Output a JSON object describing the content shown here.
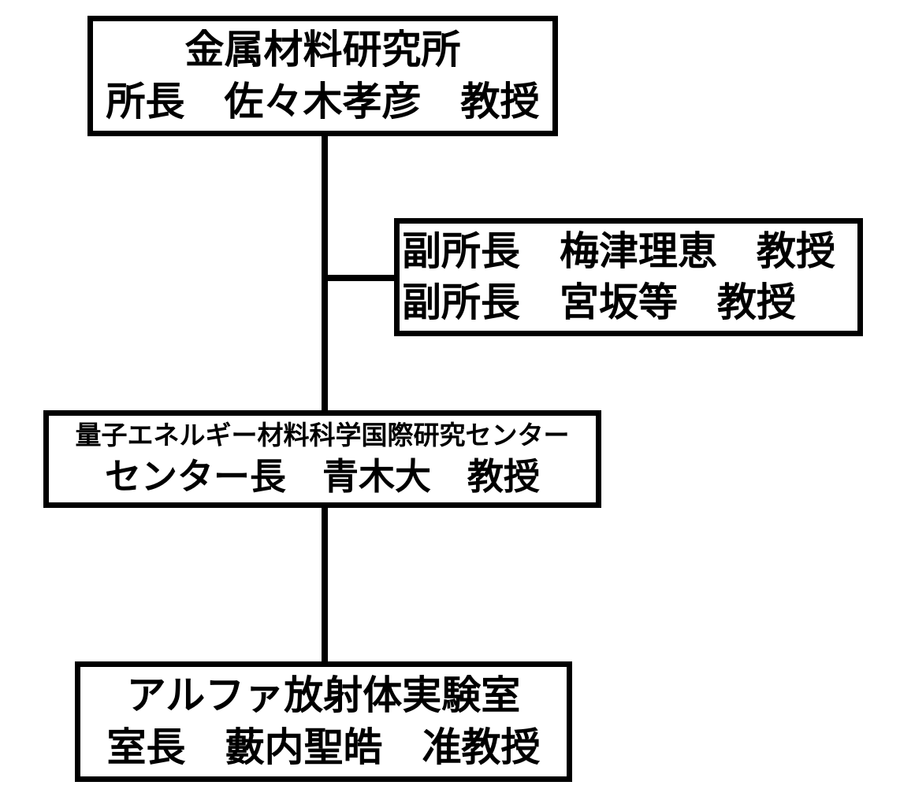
{
  "diagram": {
    "type": "org-chart",
    "language": "ja",
    "colors": {
      "background": "#ffffff",
      "box_border": "#000000",
      "box_background": "#ffffff",
      "text": "#000000",
      "connector": "#000000"
    },
    "nodes": {
      "institute": {
        "line1": "金属材料研究所",
        "line2": "所長　佐々木孝彦　教授"
      },
      "deputy_directors": {
        "line1": "副所長　梅津理恵　教授",
        "line2": "副所長　宮坂等　教授"
      },
      "quantum_center": {
        "line1": "量子エネルギー材料科学国際研究センター",
        "line2": "センター長　青木大　教授"
      },
      "alpha_lab": {
        "line1": "アルファ放射体実験室",
        "line2": "室長　藪内聖皓　准教授"
      }
    },
    "edges": [
      {
        "from": "institute",
        "to": "quantum_center",
        "style": "vertical"
      },
      {
        "from": "institute",
        "to": "deputy_directors",
        "style": "branch-right"
      },
      {
        "from": "quantum_center",
        "to": "alpha_lab",
        "style": "vertical"
      }
    ]
  }
}
